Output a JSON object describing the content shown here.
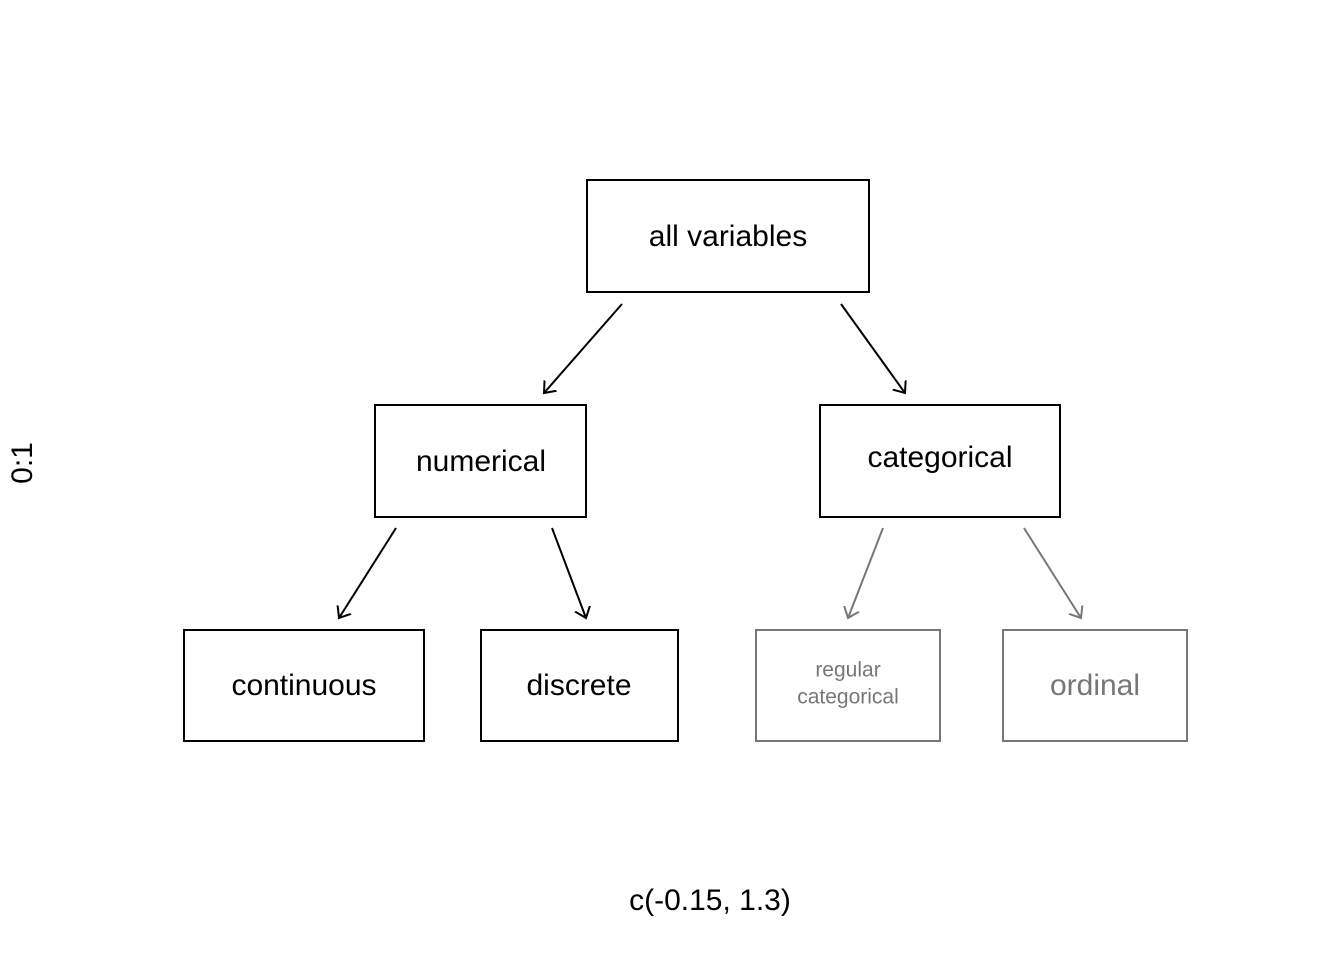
{
  "axis": {
    "x_label": "c(-0.15, 1.3)",
    "y_label": "0:1"
  },
  "colors": {
    "primary": "#000000",
    "muted": "#777777"
  },
  "nodes": {
    "all_variables": {
      "label": "all variables"
    },
    "numerical": {
      "label": "numerical"
    },
    "categorical": {
      "label": "categorical"
    },
    "continuous": {
      "label": "continuous"
    },
    "discrete": {
      "label": "discrete"
    },
    "regular_categorical": {
      "label_line1": "regular",
      "label_line2": "categorical"
    },
    "ordinal": {
      "label": "ordinal"
    }
  }
}
